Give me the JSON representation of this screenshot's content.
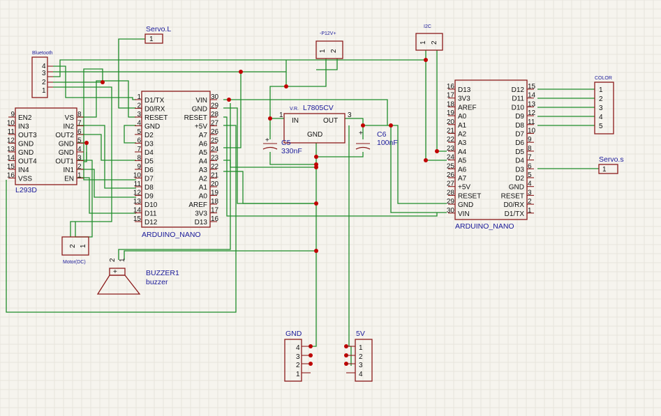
{
  "components": {
    "l293d": {
      "name": "L293D",
      "left_pins": [
        [
          "9",
          "EN2"
        ],
        [
          "10",
          "IN3"
        ],
        [
          "11",
          "OUT3"
        ],
        [
          "12",
          "GND"
        ],
        [
          "13",
          "GND"
        ],
        [
          "14",
          "OUT4"
        ],
        [
          "15",
          "IN4"
        ],
        [
          "16",
          "VSS"
        ]
      ],
      "right_pins": [
        [
          "8",
          "VS"
        ],
        [
          "7",
          "IN2"
        ],
        [
          "6",
          "OUT2"
        ],
        [
          "5",
          "GND"
        ],
        [
          "4",
          "GND"
        ],
        [
          "3",
          "OUT1"
        ],
        [
          "2",
          "IN1"
        ],
        [
          "1",
          "EN"
        ]
      ]
    },
    "nano1": {
      "name": "ARDUINO_NANO",
      "left_pins": [
        [
          "1",
          "D1/TX"
        ],
        [
          "2",
          "D0/RX"
        ],
        [
          "3",
          "RESET"
        ],
        [
          "4",
          "GND"
        ],
        [
          "5",
          "D2"
        ],
        [
          "6",
          "D3"
        ],
        [
          "7",
          "D4"
        ],
        [
          "8",
          "D5"
        ],
        [
          "9",
          "D6"
        ],
        [
          "10",
          "D7"
        ],
        [
          "11",
          "D8"
        ],
        [
          "12",
          "D9"
        ],
        [
          "13",
          "D10"
        ],
        [
          "14",
          "D11"
        ],
        [
          "15",
          "D12"
        ]
      ],
      "right_pins": [
        [
          "30",
          "VIN"
        ],
        [
          "29",
          "GND"
        ],
        [
          "28",
          "RESET"
        ],
        [
          "27",
          "+5V"
        ],
        [
          "26",
          "A7"
        ],
        [
          "25",
          "A6"
        ],
        [
          "24",
          "A5"
        ],
        [
          "23",
          "A4"
        ],
        [
          "22",
          "A3"
        ],
        [
          "21",
          "A2"
        ],
        [
          "20",
          "A1"
        ],
        [
          "19",
          "A0"
        ],
        [
          "18",
          "AREF"
        ],
        [
          "17",
          "3V3"
        ],
        [
          "16",
          "D13"
        ]
      ]
    },
    "nano2": {
      "name": "ARDUINO_NANO",
      "left_pins": [
        [
          "16",
          "D13"
        ],
        [
          "17",
          "3V3"
        ],
        [
          "18",
          "AREF"
        ],
        [
          "19",
          "A0"
        ],
        [
          "20",
          "A1"
        ],
        [
          "21",
          "A2"
        ],
        [
          "22",
          "A3"
        ],
        [
          "23",
          "A4"
        ],
        [
          "24",
          "A5"
        ],
        [
          "25",
          "A6"
        ],
        [
          "26",
          "A7"
        ],
        [
          "27",
          "+5V"
        ],
        [
          "28",
          "RESET"
        ],
        [
          "29",
          "GND"
        ],
        [
          "30",
          "VIN"
        ]
      ],
      "right_pins": [
        [
          "15",
          "D12"
        ],
        [
          "14",
          "D11"
        ],
        [
          "13",
          "D10"
        ],
        [
          "12",
          "D9"
        ],
        [
          "11",
          "D8"
        ],
        [
          "10",
          "D7"
        ],
        [
          "9",
          "D6"
        ],
        [
          "8",
          "D5"
        ],
        [
          "7",
          "D4"
        ],
        [
          "6",
          "D3"
        ],
        [
          "5",
          "D2"
        ],
        [
          "4",
          "GND"
        ],
        [
          "3",
          "RESET"
        ],
        [
          "2",
          "D0/RX"
        ],
        [
          "1",
          "D1/TX"
        ]
      ]
    },
    "bluetooth": {
      "name": "Bluetooth",
      "pins": [
        "4",
        "3",
        "2",
        "1"
      ]
    },
    "servo_l": {
      "name": "Servo.L",
      "pin": "1"
    },
    "servo_s": {
      "name": "Servo.s",
      "pin": "1"
    },
    "p12v": {
      "name": "-P12V+",
      "pins": [
        "1",
        "2"
      ]
    },
    "i2c": {
      "name": "I2C",
      "pins": [
        "1",
        "2"
      ]
    },
    "color": {
      "name": "COLOR",
      "pins": [
        "1",
        "2",
        "3",
        "4",
        "5"
      ]
    },
    "regulator": {
      "tag": "V.R.",
      "name": "L7805CV",
      "in": "IN",
      "out": "OUT",
      "gnd": "GND",
      "pin_in": "1",
      "pin_out": "3"
    },
    "c5": {
      "name": "C5",
      "value": "330nF",
      "polarity": "+"
    },
    "c6": {
      "name": "C6",
      "value": "100nF",
      "polarity": "+"
    },
    "motor": {
      "name": "Motor(DC)",
      "pins": [
        "2",
        "1"
      ]
    },
    "buzzer": {
      "name": "BUZZER1",
      "value": "buzzer",
      "pins": [
        "2",
        "1"
      ],
      "polarity": "+"
    },
    "gnd_hdr": {
      "name": "GND",
      "pins": [
        "4",
        "3",
        "2",
        "1"
      ]
    },
    "v5_hdr": {
      "name": "5V",
      "pins": [
        "1",
        "2",
        "3",
        "4"
      ]
    }
  }
}
